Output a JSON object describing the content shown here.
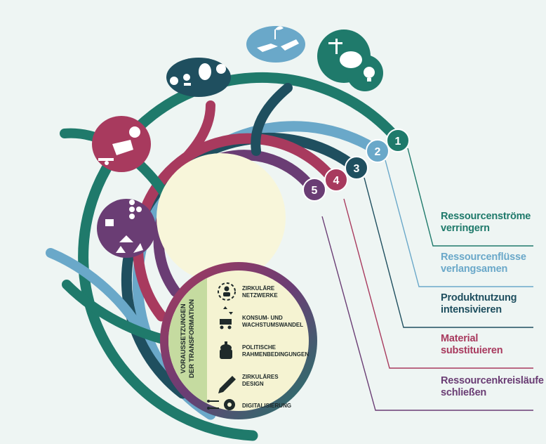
{
  "goals": [
    {
      "number": "1",
      "label": "Ressourcenströme verringern",
      "color": "#1f7a6b"
    },
    {
      "number": "2",
      "label": "Ressourcenflüsse verlangsamen",
      "color": "#6aa8c9"
    },
    {
      "number": "3",
      "label": "Produktnutzung intensivieren",
      "color": "#1f4f5f"
    },
    {
      "number": "4",
      "label": "Material substituieren",
      "color": "#a83a5e"
    },
    {
      "number": "5",
      "label": "Ressourcenkreisläufe schließen",
      "color": "#6a3d74"
    }
  ],
  "enablers": {
    "title": "VORAUSSETZUNGEN\nDER TRANSFORMATION",
    "items": [
      {
        "label": "ZIRKULÄRE\nNETZWERKE",
        "icon": "network-person-icon"
      },
      {
        "label": "KONSUM- UND\nWACHSTUMSWANDEL",
        "icon": "shopping-cart-arrows-icon"
      },
      {
        "label": "POLITISCHE\nRAHMENBEDINGUNGEN",
        "icon": "government-building-icon"
      },
      {
        "label": "ZIRKULÄRES\nDESIGN",
        "icon": "pencil-icon"
      },
      {
        "label": "DIGITALISIERUNG",
        "icon": "gear-circuit-icon"
      }
    ]
  },
  "colors": {
    "background": "#eef5f3",
    "core": "#f8f6da",
    "enabler_panel": "#f5f3d2",
    "enabler_title_band": "#c5dba0"
  }
}
